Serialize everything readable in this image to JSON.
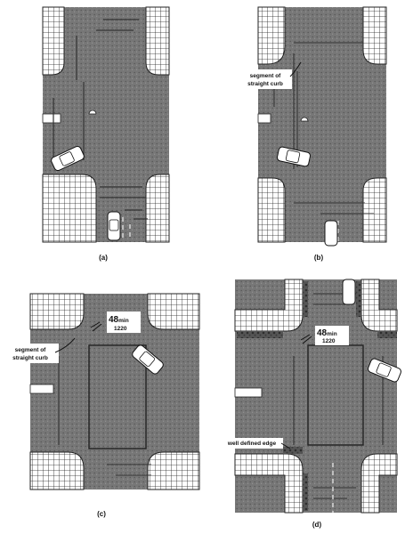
{
  "panels": [
    {
      "id": "a",
      "caption": "(a)"
    },
    {
      "id": "b",
      "caption": "(b)",
      "annotation": [
        "segment of",
        "straight curb"
      ]
    },
    {
      "id": "c",
      "caption": "(c)",
      "annotation": [
        "segment of",
        "straight curb"
      ],
      "dimension": {
        "value": "48",
        "suffix": "min",
        "metric": "1220"
      }
    },
    {
      "id": "d",
      "caption": "(d)",
      "annotation": [
        "well defined edge"
      ],
      "dimension": {
        "value": "48",
        "suffix": "min",
        "metric": "1220"
      }
    }
  ],
  "colors": {
    "paving": "#7a7a7a",
    "paving_dark": "#666666",
    "grid": "#222222",
    "sidewalk": "#ffffff",
    "planting": "#4a4a4a"
  }
}
